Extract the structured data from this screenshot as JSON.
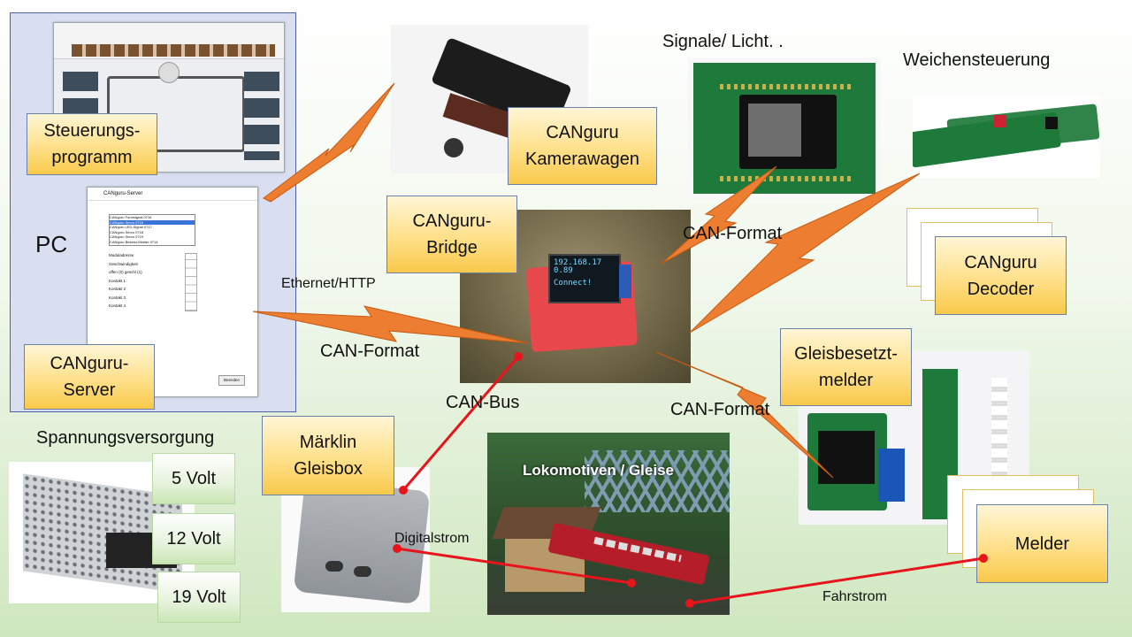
{
  "pc": {
    "label": "PC",
    "steuerung": "Steuerungs-programm",
    "server": "CANguru-Server",
    "server_window_title": "CANguru-Server",
    "server_list": [
      "CANguru Formsignal 0716",
      "CANguru Servo 0715",
      "CANguru LED-Signal 0717",
      "CANguru Servo 0718",
      "CANguru Servo 0719",
      "CANguru Besetzt-Melder 0714"
    ],
    "server_params": [
      "Moduladresse",
      "Geschwindigkeit",
      "offen (0) geschl (1)",
      "Kontakt 1",
      "Kontakt 2",
      "Kontakt 3",
      "Kontakt 4"
    ],
    "server_button": "Beenden"
  },
  "kamerawagen": "CANguru Kamerawagen",
  "bridge": "CANguru-Bridge",
  "oled_text": [
    "192.168.17",
    "0.89",
    "Connect!"
  ],
  "signale": "Signale/ Licht. .",
  "weichen": "Weichensteuerung",
  "decoder": "CANguru Decoder",
  "gleisbesetzt": "Gleisbesetzt-melder",
  "melder": "Melder",
  "lokomotiven": "Lokomotiven / Gleise",
  "gleisbox": "Märklin Gleisbox",
  "spannung": {
    "title": "Spannungsversorgung",
    "volts": [
      "5 Volt",
      "12 Volt",
      "19 Volt"
    ]
  },
  "conn": {
    "ethernet": "Ethernet/HTTP",
    "canformat_left": "CAN-Format",
    "canformat_top": "CAN-Format",
    "canformat_right": "CAN-Format",
    "canbus": "CAN-Bus",
    "digitalstrom": "Digitalstrom",
    "fahrstrom": "Fahrstrom"
  },
  "colors": {
    "lightning": "#ed7d31",
    "wire": "#e8141b",
    "box_border": "#6b7fa8"
  }
}
